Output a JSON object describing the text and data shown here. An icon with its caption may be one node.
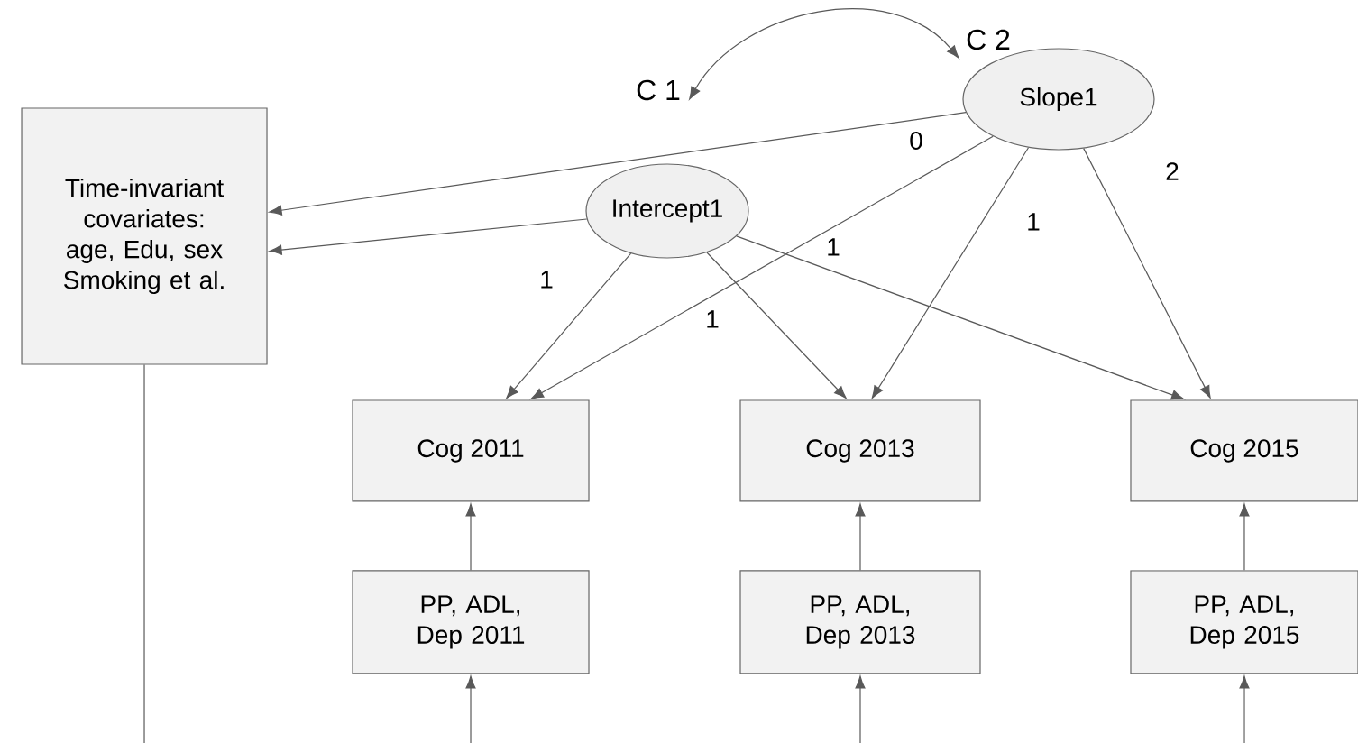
{
  "diagram": {
    "nodes": [
      {
        "text": [
          "Time-invariant covariates: age, Edu, sex Smoking et al."
        ]
      },
      {
        "text": [
          "C 1"
        ]
      },
      {
        "text": [
          "C 2"
        ]
      },
      {
        "text": [
          "Slope1"
        ]
      },
      {
        "text": [
          "Intercept1"
        ]
      },
      {
        "text": [
          "Cog 2011"
        ]
      },
      {
        "text": [
          "Cog 2013"
        ]
      },
      {
        "text": [
          "Cog 2015"
        ]
      },
      {
        "text": [
          "PP, ADL, Dep 2011"
        ]
      },
      {
        "text": [
          "PP, ADL, Dep 2013"
        ]
      },
      {
        "text": [
          "PP, ADL, Dep 2015"
        ]
      }
    ],
    "edges": [
      {
        "from": 1,
        "to": 2,
        "arrow": "both"
      },
      {
        "from": 3,
        "to": 0,
        "arrow": "to"
      },
      {
        "from": 4,
        "to": 0,
        "arrow": "to"
      },
      {
        "from": 4,
        "to": 5,
        "arrow": "to",
        "label": "1"
      },
      {
        "from": 3,
        "to": 5,
        "arrow": "to",
        "label": "0"
      },
      {
        "from": 4,
        "to": 6,
        "arrow": "to",
        "label": "1"
      },
      {
        "from": 3,
        "to": 6,
        "arrow": "to",
        "label": "1"
      },
      {
        "from": 4,
        "to": 7,
        "arrow": "to",
        "label": "1"
      },
      {
        "from": 3,
        "to": 7,
        "arrow": "to",
        "label": "2"
      },
      {
        "from": 8,
        "to": 5,
        "arrow": "to"
      },
      {
        "from": 9,
        "to": 6,
        "arrow": "to"
      },
      {
        "from": 10,
        "to": 7,
        "arrow": "to"
      },
      {
        "from": null,
        "to": 8,
        "arrow": "to"
      },
      {
        "from": null,
        "to": 9,
        "arrow": "to"
      },
      {
        "from": null,
        "to": 10,
        "arrow": "to"
      },
      {
        "from": 0,
        "to": null,
        "arrow": "none"
      }
    ]
  }
}
